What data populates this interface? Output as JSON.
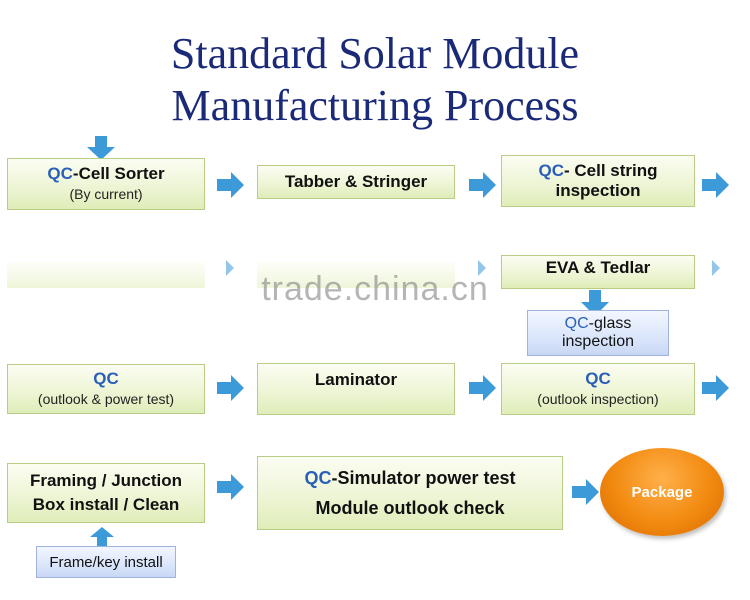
{
  "title": {
    "line1": "Standard Solar Module",
    "line2": "Manufacturing Process"
  },
  "steps": {
    "cell_sorter": {
      "qc": "QC",
      "main": "-Cell Sorter",
      "sub": "(By current)"
    },
    "tabber": {
      "main": "Tabber & Stringer"
    },
    "cell_string": {
      "qc": "QC",
      "main": "- Cell string",
      "line2": "inspection"
    },
    "eva": {
      "main": "EVA & Tedlar"
    },
    "glass": {
      "qc": "QC",
      "main": "-glass",
      "line2": "inspection"
    },
    "qc_power": {
      "qc": "QC",
      "sub": "(outlook & power test)"
    },
    "laminator": {
      "main": "Laminator"
    },
    "qc_outlook": {
      "qc": "QC",
      "sub": "(outlook inspection)"
    },
    "framing": {
      "line1": "Framing / Junction",
      "line2": "Box install / Clean"
    },
    "simulator": {
      "qc": "QC",
      "main": "-Simulator power test",
      "line2": "Module outlook check"
    },
    "package": {
      "label": "Package"
    },
    "frame_key": {
      "label": "Frame/key install"
    }
  },
  "watermark": "trade.china.cn",
  "colors": {
    "title": "#1b2a78",
    "qc": "#2a5fb8",
    "arrow": "#3c9ad8",
    "box_green": "#eef5d6",
    "package_orange": "#f28a10",
    "box_blue": "#dbe6fb"
  },
  "icons": {
    "flow_arrow": "right-arrow-icon",
    "down_arrow": "down-arrow-icon",
    "up_arrow": "up-arrow-icon"
  }
}
